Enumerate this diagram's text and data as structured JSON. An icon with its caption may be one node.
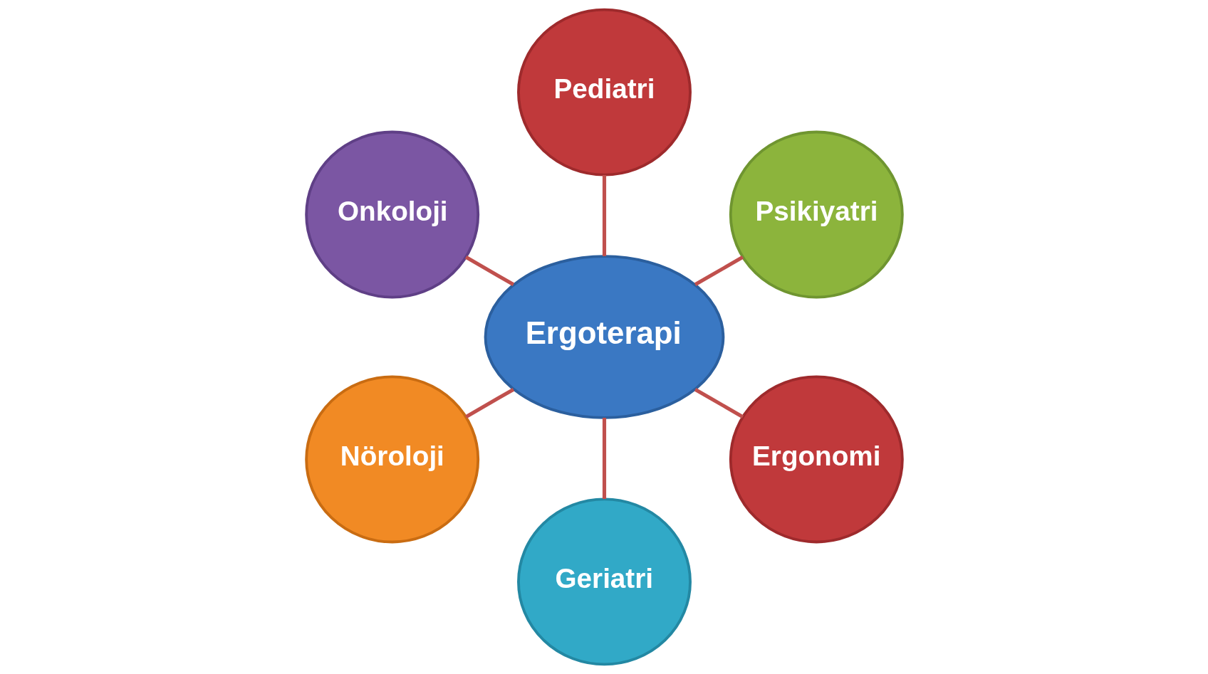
{
  "diagram": {
    "nodes": [
      {
        "text": [
          "Pediatri"
        ]
      },
      {
        "text": [
          "Onkoloji"
        ]
      },
      {
        "text": [
          "Psikiyatri"
        ]
      },
      {
        "text": [
          "Ergoterapi"
        ]
      },
      {
        "text": [
          "Ergonomi"
        ]
      },
      {
        "text": [
          "Nöroloji"
        ]
      },
      {
        "text": [
          "Geriatri"
        ]
      }
    ],
    "edges": [
      {
        "from": 3,
        "to": 0,
        "arrow": "none"
      },
      {
        "from": 3,
        "to": 2,
        "arrow": "none"
      },
      {
        "from": 3,
        "to": 4,
        "arrow": "none"
      },
      {
        "from": 3,
        "to": 6,
        "arrow": "none"
      },
      {
        "from": 3,
        "to": 5,
        "arrow": "none"
      },
      {
        "from": 3,
        "to": 1,
        "arrow": "none"
      }
    ]
  }
}
